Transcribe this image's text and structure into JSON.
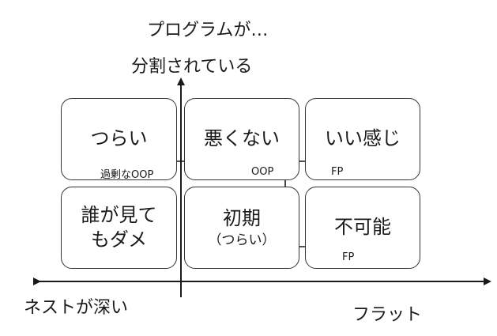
{
  "title": "プログラムが…",
  "y_axis_top": "分割されている",
  "x_axis_left": "ネストが深い",
  "x_axis_right": "フラット",
  "cells": {
    "top_left": "つらい",
    "top_center": "悪くない",
    "top_right": "いい感じ",
    "bottom_left_line1": "誰が見て",
    "bottom_left_line2": "もダメ",
    "bottom_center_line1": "初期",
    "bottom_center_line2": "（つらい）",
    "bottom_right": "不可能"
  },
  "arrow_labels": {
    "excessive_oop": "過剰なOOP",
    "oop": "OOP",
    "fp_top": "FP",
    "fp_bottom": "FP"
  },
  "colors": {
    "cross": "#4472c4",
    "line": "#1a1a1a"
  }
}
